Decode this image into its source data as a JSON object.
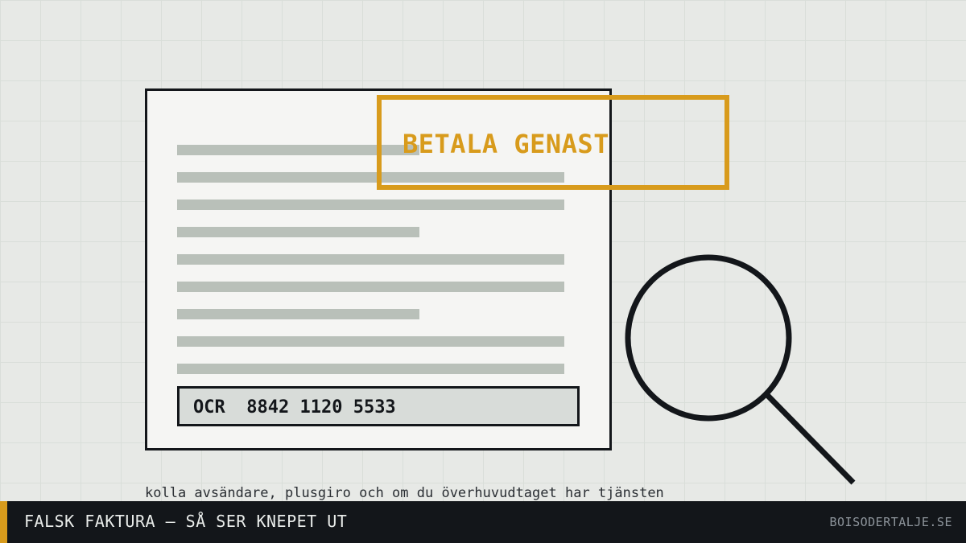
{
  "invoice": {
    "ocr_label": "OCR",
    "ocr_number": "8842 1120 5533"
  },
  "stamp": {
    "text": "BETALA GENAST"
  },
  "caption": "kolla avsändare, plusgiro och om du överhuvudtaget har tjänsten",
  "footer": {
    "title": "FALSK FAKTURA – SÅ SER KNEPET UT",
    "site": "BOISODERTALJE.SE"
  },
  "colors": {
    "accent": "#d89b1c",
    "ink": "#13161a",
    "paper": "#f5f5f3",
    "text_line": "#b9c0b9",
    "background": "#e7e9e6"
  },
  "icons": {
    "magnifier": "magnifying-glass-icon"
  }
}
